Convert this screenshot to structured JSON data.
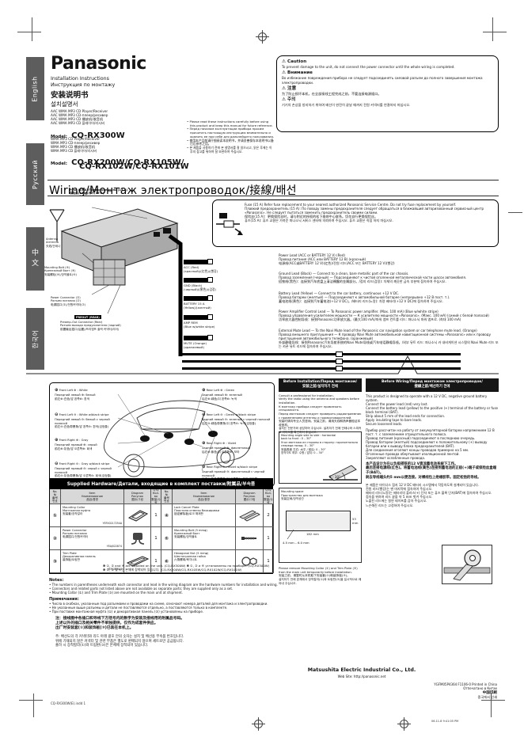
{
  "tabs": [
    "English",
    "Русский",
    "中\n文",
    "한국어"
  ],
  "header": {
    "brand": "Panasonic",
    "titles": [
      "Installation Instructions",
      "Инструкция по монтажу",
      "安装说明书",
      "설치설명서"
    ],
    "p1_desc": "AAC WMA MP3 CD Player/Receiver\nAAC WMA MP3 CD-плеер/ресивер\nAAC WMA MP3 CD 播放机/收音机\nAAC WMA MP3 CD 플레이어/리시버",
    "model_label": "Model:",
    "p1_model": "CQ-RX300W",
    "p2_desc": "WMA MP3 CD Player/Receiver\nWMA MP3 CD-плеер/ресивер\nWMA MP3 CD 播放机/收音机\nWMA MP3 CD 플레이어/리시버",
    "p2_model_line1": "CQ-RX200W/CQ-RX105W/",
    "p2_model_line2": "CQ-RX102W/CQ-RX101W",
    "bullets": [
      "Please read these instructions carefully before using this product and keep this manual for future reference.",
      "Перед началом эксплуатации прибора просим прочитать настоящую инструкцию внимательно и хранить ее при себе для дальнейшего пользования.",
      "使用本产品前请仔细阅读本说明书，并请妥善保存本说明书以备日后参考之用。",
      "본 제품을 사용하기 전에 본 설명서를 잘 읽으시고, 읽은 후에는 이후의 참고를 위하여 잘 보관하여 주십시오."
    ]
  },
  "caution": {
    "items": [
      {
        "title": "Caution",
        "body": "To prevent damage to the unit, do not connect the power connector until the whole wiring is completed."
      },
      {
        "title": "Внимание",
        "body": "Во избежание повреждения прибора не следует подсоединять силовой разъем до полного завершения монтажа электропроводки."
      },
      {
        "title": "注意",
        "body": "为了防止损坏本机，在全部接线工程完成之前，不要连接电源插口。"
      },
      {
        "title": "주의",
        "body": "기기의 손상을 방지하기 위하여 배선이 완전히 끝날 때까지 전원 커넥터를 연결하지 마십시오."
      }
    ]
  },
  "wiring": {
    "title": "Wiring/Монтаж электропроводок/接線/배선",
    "fuse_label": "Fuse (15 A)/Предохранитель (15 А)\n保险丝(15 A)/퓨즈(15 A)",
    "antenna_label": "Antenna\nАнтенна\n天线/안테나",
    "bolt_label": "Mounting Bolt (⑤)\nКрепежный болт (⑤)\n安装螺栓(⑤)/장착볼트(⑤)",
    "connector_label": "Power Connector (②)\nРазъем питания (②)\n电源插口(②)/전원커넥터(②)",
    "preout_chip": "PREOUT (REAR)",
    "preout_label": "Preamp-Out Connector (Rear)\nРазъем выхода предусилителя (задний)\n前置输出插口(后置)/프리앰프 출력 커넥터(리어)",
    "fuse_note": "Fuse (15 A)  Refer fuse replacement to your nearest authorized Panasonic Service Centre. Do not try fuse replacement by yourself.\nПлавкий предохранитель (15 А): По поводу замены предохранителя следует обращаться в ближайший авторизованный сервисный центр «Panasonic». Не следует пытаться заменить предохранитель своими силами.\n保险丝(15 A)：更换保险丝时，请与附近的授权的松下维修中心联系。切勿自行更换保险丝。\n퓨즈(15 A): 퓨즈 교환은 가까운 파나소닉 서비스 센터에 의뢰하여 주십시오. 퓨즈 교환은 직접 하지 마십시오.",
    "wires": [
      {
        "tag": "ACC (Red)\n(красный)/(红色)/(빨강)",
        "desc": "Power Lead (ACC or BATTERY 12 V) (Red)\nПровод питания (ACC или BATTERY 12 В) (красный)\n电源线(ACC或BATTERY 12 V)(红色)/전원 리드(ACC 또는 BATTERY 12 V)(빨강)"
      },
      {
        "tag": "GND (Black)\n(черный)/(黑色)/(검정)",
        "desc": "Ground Lead (Black) — Connect to a clean, bare metallic part of the car chassis.\nПровод заземления (черный) — Подсоединяют к чистой оголенной металлической части шасси автомобиля.\n搭铁线(黑色)：连接到汽车底盘上清洁裸露的金属部分。/접지 리드(검정): 차체의 깨끗한 금속 부분에 접속하여 주십시오."
      },
      {
        "tag": "BATTERY 15 A\n(Yellow)/(желтый)",
        "desc": "Battery Lead (Yellow) — Connect to the car battery, continuous +12 V DC.\nПровод батареи (желтый) — Подсоединяют к автомобильной батарее (непрерывно +12 В пост. т.).\n蓄电池线(黄色)：连接到汽车蓄电池(+12 V DC)。/배터리 리드(노랑): 차량 배터리(+12 V DC)에 접속하여 주십시오."
      },
      {
        "tag": "AMP REM\n(Blue w/white stripe)",
        "desc": "Power Amplifier Control Lead — To Panasonic power amplifier. (Max. 100 mA) (Blue w/white stripe)\nПровод управления усилителем мощности — К усилителю мощности «Panasonic». (Макс. 100 мА) (синий с белой полосой)\n功率放大器控制导线：接到Panasonic功率放大器。(最大100 mA)/파워 앰프 컨트롤 리드: 파나소닉 파워 앰프로. (최대 100 mA)"
      },
      {
        "tag": "MUTE (Orange)\n(оранжевый)",
        "desc": "External Mute Lead — To the Navi Mute lead of the Panasonic car navigation system or car telephone mute lead. (Orange)\nПровод внешнего приглушения — К проводу Navi Mute автомобильной навигационной системы «Panasonic» или к проводу приглушения автомобильного телефона. (оранжевый)\n外部静噪导线：接到Panasonic汽车导航系统的Navi Mute导线或汽车电话静噪导线。/외부 뮤트 리드: 파나소닉 카 내비게이션 시스템의 Navi Mute 리드 또는 카폰 뮤트 리드에 접속하여 주십시오."
      }
    ]
  },
  "speakers": {
    "left": [
      {
        "sign": "⊕",
        "lines": "Front Left ⊕ : White\nПередний левый ⊕: белый\n前左⊕:白色/앞 왼쪽⊕: 흰색"
      },
      {
        "sign": "⊖",
        "lines": "Front Left ⊖ : White w/black stripe\nПередний левый ⊖: белый с черной полосой\n前左⊖:白色带黑条/앞 왼쪽⊖: 흰색(검정줄)"
      },
      {
        "sign": "⊕",
        "lines": "Front Right ⊕ : Gray\nПередний правый ⊕: серый\n前右⊕:灰色/앞 오른쪽⊕: 회색"
      },
      {
        "sign": "⊖",
        "lines": "Front Right ⊖ : Gray w/black stripe\nПередний правый ⊖: серый с черной полосой\n前右⊖:灰色带黑条/앞 오른쪽⊖: 회색(검정줄)"
      }
    ],
    "right": [
      {
        "sign": "⊕",
        "lines": "Rear Left ⊕ : Green\nЗадний левый ⊕: зеленый\n后左⊕:绿色/뒤 왼쪽⊕: 녹색"
      },
      {
        "sign": "⊖",
        "lines": "Rear Left ⊖ : Green w/black stripe\nЗадний левый ⊖: зеленый с черной полосой\n后左⊖:绿色带黑条/뒤 왼쪽⊖: 녹색(검정줄)"
      },
      {
        "sign": "⊕",
        "lines": "Rear Right ⊕ : Violet\nЗадний правый ⊕: фиолетовый\n后右⊕:紫色/뒤 오른쪽⊕: 보라"
      },
      {
        "sign": "⊖",
        "lines": "Rear Right ⊖ : Violet w/black stripe\nЗадний правый ⊖: фиолетовый с черной полосой\n后右⊖:紫色带黑条/뒤 오른쪽⊖: 보라(검정줄)"
      }
    ]
  },
  "hardware": {
    "title": "Supplied Hardware/Детали, входящие в комплект поставки/附属品/부속품",
    "cols": {
      "no": "No.\n№\n番号\n번호",
      "item": "Item\nНаименование\n品目/품명",
      "diagram": "Diagram\nРисунок\n图示/그림",
      "qty": "Q'ty\nКол-во\n数量/수량"
    },
    "left_rows": [
      {
        "no": "①",
        "name": "Mounting Collar\nМонтажная муфта\n安装套/장착칼라",
        "part": "YEFX0217254A",
        "qty": "1"
      },
      {
        "no": "②",
        "name": "Power Connector\nРазъем питания\n电源插口/전원커넥터",
        "part": "YEAJ022874",
        "qty": "1"
      },
      {
        "no": "③",
        "name": "Trim Plate\nДекоративная панель\n装饰板/트림판",
        "part": "YEFC05613",
        "qty": "1"
      }
    ],
    "right_rows": [
      {
        "no": "④",
        "name": "Lock Cancel Plate\nПластина отмены блокировки\n锁定解除板/로크 해제판",
        "part": "",
        "qty": "2"
      },
      {
        "no": "⑤",
        "name": "Mounting Bolt (5 mmφ)\nКрепежный болт\n安装螺栓/장착볼트",
        "part": "",
        "qty": "1"
      },
      {
        "no": "⑥",
        "name": "Hexagonal Nut (5 mmφ)\nШестигранная гайка\n六角螺母/육각너트",
        "part": "",
        "qty": "1"
      }
    ],
    "footnotes": "✽ ①, ② and ④ are installed on the unit. (CQ-RX300W)   ✽ ①, ② и ④ установлены на приборе. (CQ-RX300W)\n✽ ①, ② 및 ④는 본체에 장착되어 있습니다. (CQ-RX200W/CQ-RX105W/CQ-RX102W/CQ-RX101W)"
  },
  "notes": {
    "en_title": "Notes:",
    "en_items": [
      "The numbers in parentheses underneath each connector and lead in the wiring diagram are the hardware numbers for installation and wiring.",
      "Connectors and related parts not listed above are not available as separate parts; they are supplied only as a set.",
      "Mounting Collar (①) and Trim Plate (③) are mounted on the main unit at shipment."
    ],
    "ru_title": "Примечания:",
    "ru_items": [
      "Числа в скобках, указанные под разъемами и проводами на схеме, означают номера деталей для монтажа и электропроводки.",
      "Не указанные выше разъемы и детали не поставляются отдельно, а поставляются только в комплекте.",
      "При поставке монтажная муфта (①) и декоративная панель (③) установлены на приборе."
    ],
    "zh": "注：接线图中各插口和导线下方括号内的数字为安装及接线用的附属品号码。\n上述以外的插口及相关零件不单独提供，仅作为成套件供应。\n出厂时安装套(①)和装饰板(③)已装在本机上。",
    "ko": "주: 배선도의 각 커넥터와 리드 아래 괄호 안의 숫자는 설치 및 배선용 부속품 번호입니다.\n위에 기재되지 않은 커넥터 및 관련 부품은 별도로 판매되지 않으며 세트로만 공급됩니다.\n출하 시 장착칼라(①)와 트림판(③)은 본체에 장착되어 있습니다."
  },
  "before_install": {
    "head1": "Before Installation/Перед монтажом/",
    "head2": "安装之前/설치하기 전에",
    "paras": "Consult a professional for installation.\nVerify the radio using the antenna and speakers before installation.\nК монтажу прибора следует привлекать специалиста.\nПеред монтажом следует проверить радиоприемник с применением антенны и громкоговорителей.\n安装时请向专业人员咨询。安装之前，请用天线和扬声器验证本收音机。\n설치는 전문가와 상담하여 주십시오. 설치하기 전에 안테나와 스피커로 라디오를 확인하여 주십시오.",
    "angle_lines": "Mounting angle side to side : horizontal\nback to front : 0 – 30°\nУгол монтажа из стороны в сторону: горизонтально\nспереди назад: 0 – 30°\n安装角度 左右: 水平 / 前后: 0 – 30°\n장착각도 좌우: 수평 / 앞뒤: 0 – 30°",
    "angle_value": "0 – 30°",
    "space_lines": "Mounting space\nПространство для монтажа\n安装空间/장착공간",
    "dim_w": "182 mm",
    "dim_h": "53 mm",
    "dim_d": "4.5 mm – 6.0 mm",
    "after": "Please remove Mounting Collar (①) and Trim Plate (③) from the main unit temporarily before installation.\n安装之前，请暂时从本机取下安装套(①)和装饰板(③)。\n설치하기 전에 본체에서 장착칼라(①)와 트림판(③)을 일시적으로 떼어내 주십시오."
  },
  "before_wiring": {
    "head1": "Before Wiring/Перед монтажом электропроводок/",
    "head2": "接線之前/배선하기 전에",
    "en": "This product is designed to operate with a 12 V DC, negative ground battery system.\nConnect the power lead (red) very last.\nConnect the battery lead (yellow) to the positive (+) terminal of the battery or fuse block terminal (BAT).\nStrip about 5 mm of the lead ends for connection.\nApply insulating tape to bare leads.\nSecure loosened leads.",
    "ru": "Прибор рассчитан на работу от аккумуляторной батареи напряжением 12 В пост. т. с заземлением отрицательного полюса.\nПровод питания (красный) подсоединяют в последнюю очередь.\nПровод батареи (желтый) подсоединяют к положительному (+) выводу батареи или к выводу блока предохранителей (BAT).\nДля соединения оголяют концы проводов примерно на 5 мм.\nОголенные провода обертывают изоляционной лентой.\nЗакрепляют ослабленные провода.",
    "zh": "本产品设计为在以负极搭铁的12 V直流蓄电池系统下工作。\n最后连接电源线(红色)。将蓄电池线(黄色)连接到蓄电池的正极(+)端子或保险丝盒端子(BAT)。\n剥去导线端头约5 mm以便连接。对裸线包上绝缘胶带。固定松弛的导线。",
    "ko": "본 제품은 마이너스 접지 12 V DC 배터리 시스템에서 작동하도록 설계되어 있습니다.\n전원 리드(빨강)는 맨 마지막에 접속하여 주십시오.\n배터리 리드(노랑)는 배터리의 플러스(+) 단자 또는 퓨즈 블록 단자(BAT)에 접속하여 주십시오.\n접속을 위하여 리드 끝을 약 5 mm 벗겨 주십시오.\n노출된 리드에는 절연 테이프를 감아 주십시오.\n느슨해진 리드는 고정하여 주십시오."
  },
  "footer": {
    "company": "Matsushita Electric Industrial Co., Ltd.",
    "website": "Web Site: http://panasonic.net",
    "print1": "YGFM05P4364  F1106-0    Printed in China",
    "print2": "Отпечатано в Китае",
    "print3": "中国印刷",
    "print4": "중국에서 인쇄"
  },
  "artifacts": {
    "file_left": "CQ-RX300W(E).indd   1",
    "time_right": "06.11.8   9:41:05 PM"
  }
}
